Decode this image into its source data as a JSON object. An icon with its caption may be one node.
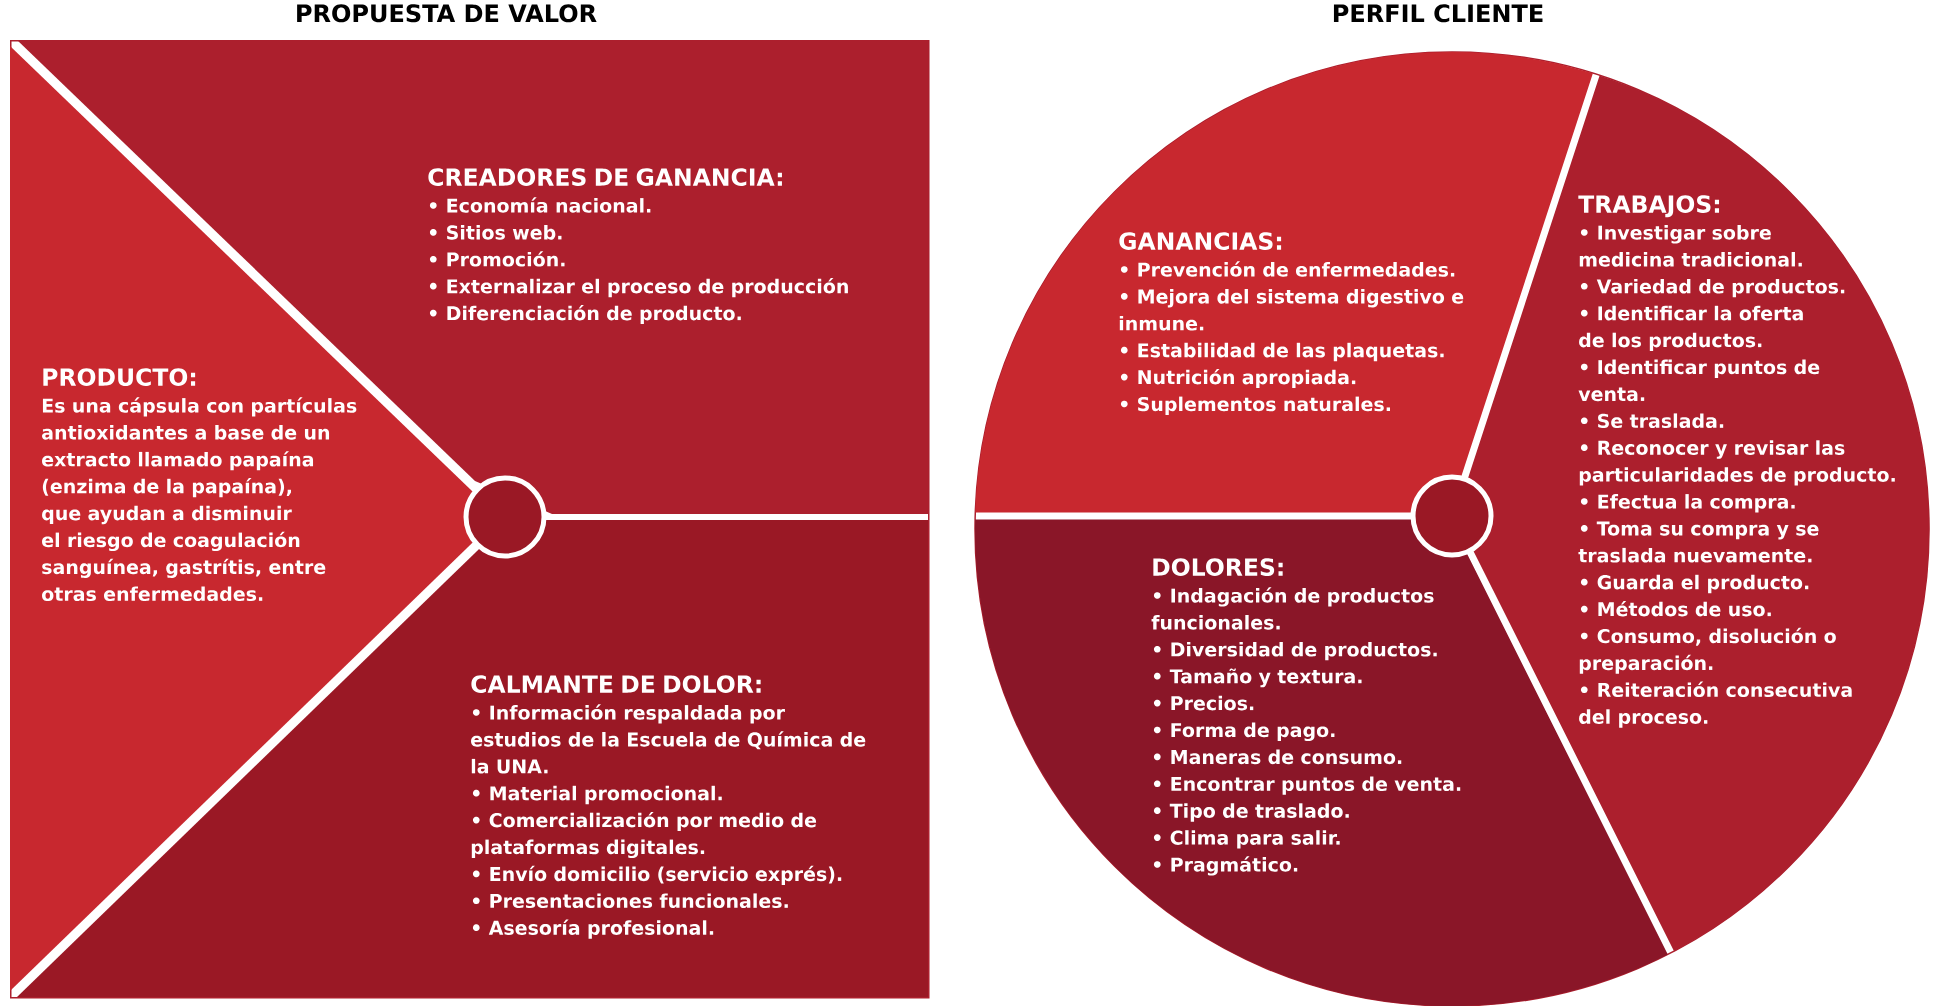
{
  "diagram": {
    "nodes": [
      {
        "text": [
          "PROPUESTA DE VALOR"
        ]
      },
      {
        "text": [
          "CREADORES DE GANANCIA:",
          "• Economía nacional.",
          "• Sitios web.",
          "• Promoción.",
          "• Externalizar el proceso de producción",
          "• Diferenciación de producto."
        ],
        "in": 0
      },
      {
        "text": [
          "PRODUCTO:",
          "Es una cápsula con partículas antioxidantes a base de un extracto llamado papaína (enzima de la papaína), que ayudan a disminuir el riesgo de coagulación sanguínea, gastrítis, entre otras enfermedades."
        ],
        "in": 0
      },
      {
        "text": [
          "CALMANTE DE DOLOR:",
          "• Información respaldada por estudios de la Escuela de Química de la UNA.",
          "• Material promocional.",
          "• Comercialización por medio de plataformas digitales.",
          "• Envío domicilio (servicio exprés).",
          "• Presentaciones funcionales.",
          "• Asesoría profesional."
        ],
        "in": 0
      },
      {
        "text": [],
        "shape": "circle",
        "in": 0
      },
      {
        "text": [
          "PERFIL CLIENTE"
        ]
      },
      {
        "text": [
          "GANANCIAS:",
          "• Prevención de enfermedades.",
          "• Mejora del sistema digestivo e inmune.",
          "• Estabilidad de las plaquetas.",
          "• Nutrición apropiada.",
          "• Suplementos naturales."
        ],
        "in": 5
      },
      {
        "text": [
          "TRABAJOS:",
          "• Investigar sobre medicina tradicional.",
          "• Variedad de productos.",
          "• Identificar la oferta de los productos.",
          "• Identificar puntos de venta.",
          "• Se traslada.",
          "• Reconocer y revisar las particularidades de producto.",
          "• Efectua la compra.",
          "• Toma su compra y se traslada nuevamente.",
          "• Guarda el producto.",
          "• Métodos de uso.",
          "• Consumo, disolución o preparación.",
          "• Reiteración consecutiva del proceso."
        ],
        "in": 5
      },
      {
        "text": [
          "DOLORES:",
          "• Indagación de productos funcionales.",
          "• Diversidad de productos.",
          "• Tamaño y textura.",
          "• Precios.",
          "• Forma de pago.",
          "• Maneras de consumo.",
          "• Encontrar puntos de venta.",
          "• Tipo de traslado.",
          "• Clima para salir.",
          "• Pragmático."
        ],
        "in": 5
      },
      {
        "text": [],
        "shape": "circle",
        "in": 5
      }
    ]
  }
}
